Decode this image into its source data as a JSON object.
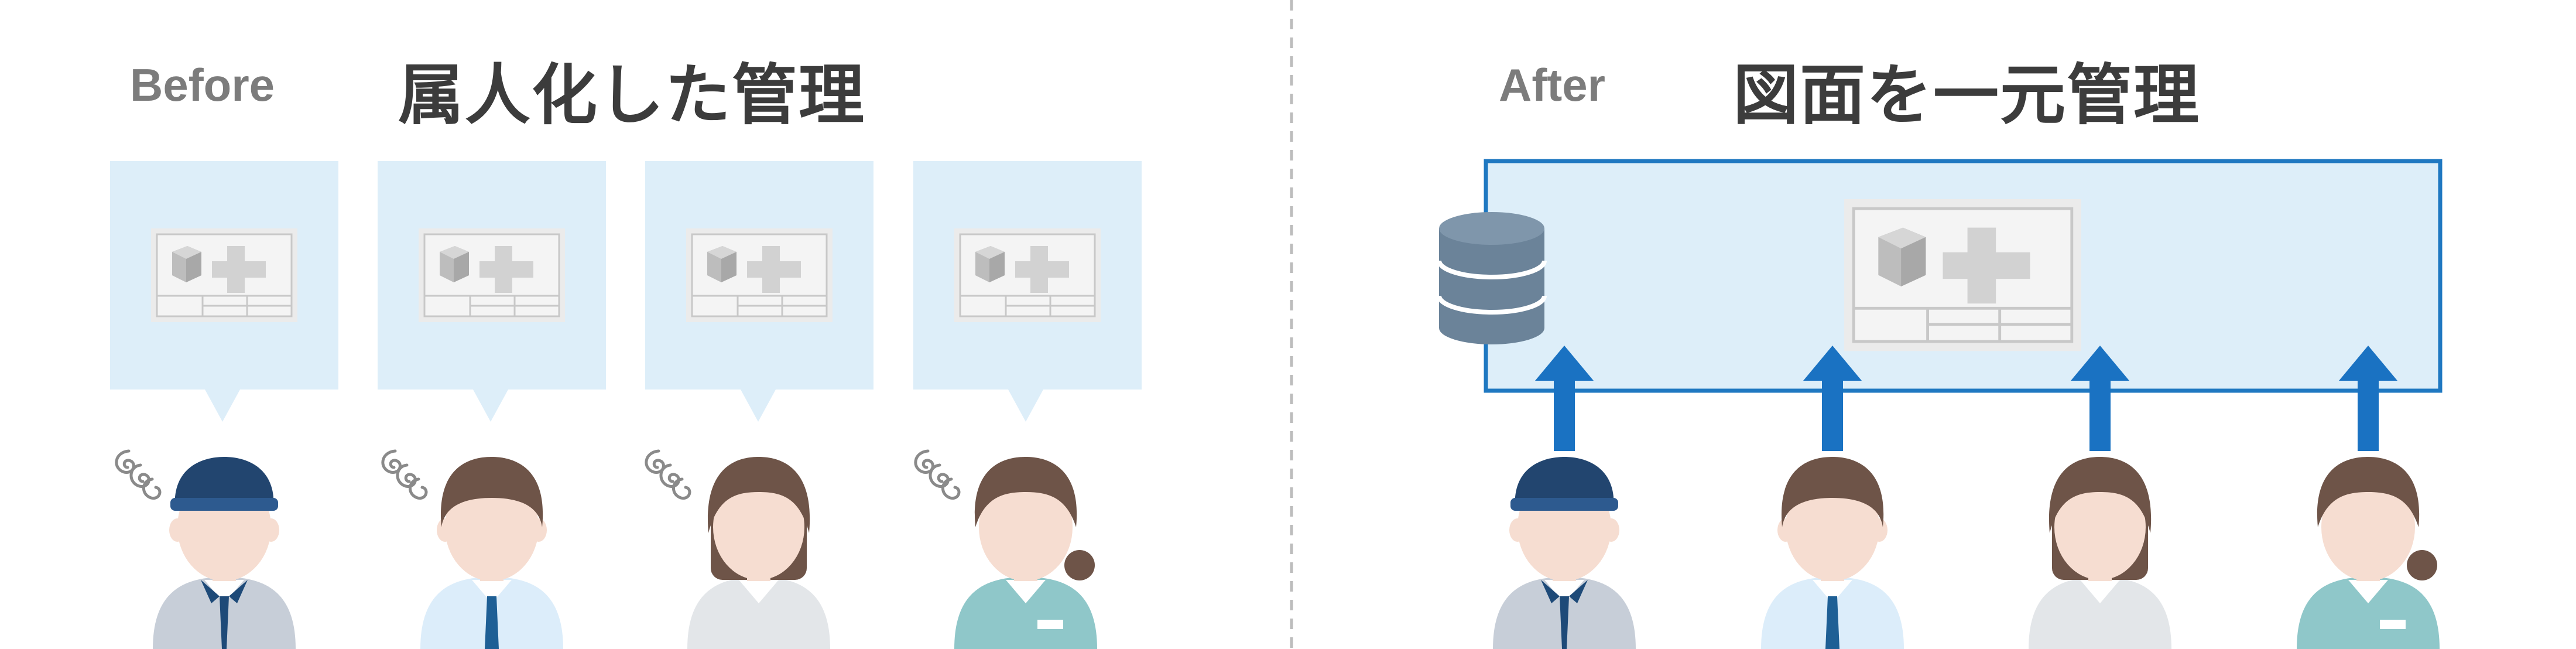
{
  "before": {
    "label": "Before",
    "title": "属人化した管理"
  },
  "after": {
    "label": "After",
    "title": "図面を一元管理"
  },
  "colors": {
    "panel_fill": "#ddeef9",
    "panel_border": "#1f78c1",
    "arrow": "#1a72c2",
    "database": "#6b8399",
    "heading_label": "#7c7c7c",
    "heading_title": "#3c3c3c"
  },
  "icons": [
    "database-icon",
    "drawing-sheet-icon",
    "confused-spiral-icon",
    "up-arrow-icon",
    "person-avatar-icon"
  ]
}
